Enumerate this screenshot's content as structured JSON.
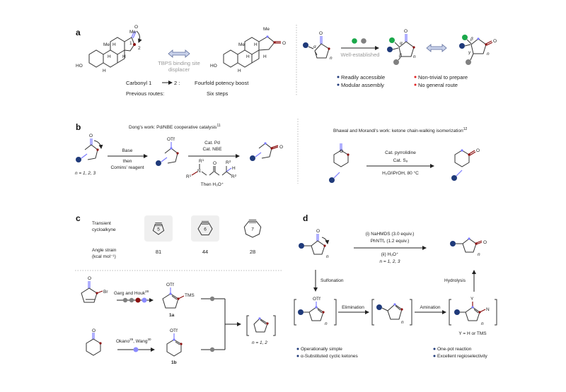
{
  "panels": {
    "a": {
      "label": "a",
      "substituent_me": "Me",
      "h": "H",
      "ho": "HO",
      "o": "O",
      "position_1": "1",
      "position_2": "2",
      "equivalence_note_line1": "TBPS binding site",
      "equivalence_note_line2": "displacer",
      "carbonyl_shift": "Carbonyl  1",
      "carbonyl_target": "2 :",
      "potency": "Fourfold potency boost",
      "previous_routes_label": "Previous routes:",
      "previous_routes_value": "Six steps",
      "arrow_label": "Well-established",
      "alpha": "α",
      "beta": "β",
      "gamma": "γ",
      "n": "n",
      "bullets_left": [
        "Readily accessible",
        "Modular assembly"
      ],
      "bullets_right": [
        "Non-trivial to prepare",
        "No general route"
      ]
    },
    "b": {
      "label": "b",
      "dong_title": "Dong's work: Pd/NBE cooperative catalysis",
      "dong_ref": "11",
      "n_values": "n = 1, 2, 3",
      "step1_top": "Base",
      "step1_bottom_1": "then",
      "step1_bottom_2": "Comins' reagent",
      "otf": "OTf",
      "step2_top_1": "Cat. Pd",
      "step2_top_2": "Cat. NBE",
      "reagent_r1": "R",
      "reagent_r2": "R",
      "reagent_n": "N",
      "reagent_h": "H",
      "step2_bottom": "Then H₃O⁺",
      "bhawal_title": "Bhawal and Morandi's work: ketone chain-walking isomerization",
      "bhawal_ref": "12",
      "step3_top_1": "Cat. pyrrolidine",
      "step3_top_2": "Cat. S₈",
      "step3_bottom": "H₂O/iPrOH, 80 °C"
    },
    "c": {
      "label": "c",
      "row1_label_1": "Transient",
      "row1_label_2": "cycloalkyne",
      "row2_label_1": "Angle strain",
      "row2_label_2": "(kcal mol⁻¹)",
      "cycloalkynes": [
        {
          "ring_size": "5",
          "angle_strain": "81",
          "highlighted": true
        },
        {
          "ring_size": "6",
          "angle_strain": "44",
          "highlighted": true
        },
        {
          "ring_size": "7",
          "angle_strain": "28",
          "highlighted": false
        }
      ],
      "route1_label": "Garg and Houk",
      "route1_ref": "28",
      "br": "Br",
      "tms": "TMS",
      "compound_1a": "1a",
      "route2_label_a": "Okano",
      "route2_ref_a": "29",
      "route2_label_b": ", Wang",
      "route2_ref_b": "30",
      "compound_1b": "1b",
      "product_n": "n = 1, 2"
    },
    "d": {
      "label": "d",
      "step_top_1": "(i) NaHMDS (3.0 equiv.)",
      "step_top_2": "PhNTf₂ (1.2 equiv.)",
      "step_bottom_1": "(ii) H₃O⁺",
      "step_bottom_2": "n = 1, 2, 3",
      "sulfonation": "Sulfonation",
      "hydrolysis": "Hydrolysis",
      "elimination": "Elimination",
      "amination": "Amination",
      "otf": "OTf",
      "y": "Y",
      "n_atom": "N",
      "y_def": "Y = H or TMS",
      "bullets_left": [
        "Operationally simple",
        "α-Substituted cyclic ketones"
      ],
      "bullets_right": [
        "One-pot reaction",
        "Excellent regioselectivity"
      ]
    }
  },
  "colors": {
    "navy": "#1f3a7a",
    "green": "#1aa84a",
    "grey": "#808080",
    "dark_red": "#8b1010",
    "blue_bond": "#7b7bff",
    "lavender": "#8a8aff",
    "bright_red": "#e02020"
  }
}
